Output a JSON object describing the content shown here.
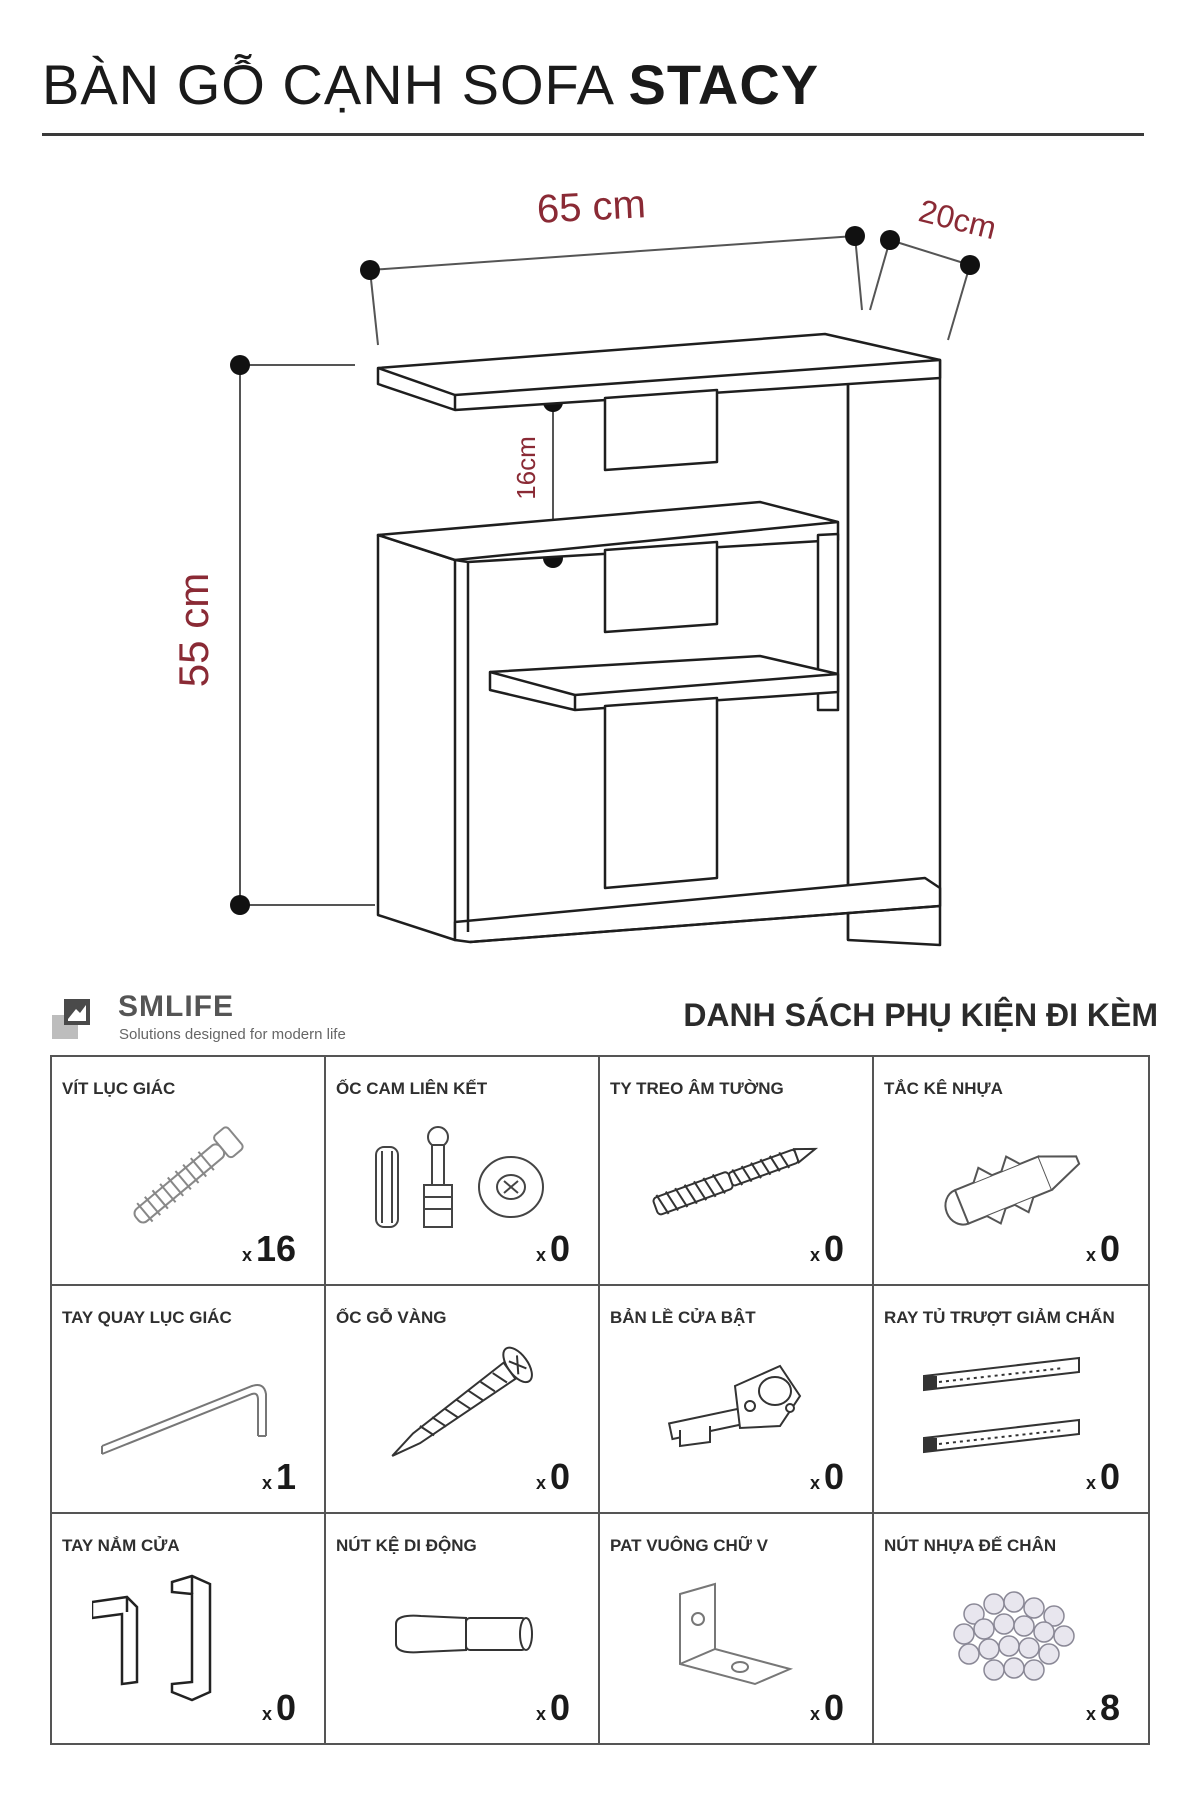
{
  "header": {
    "title_regular": "BÀN GỖ CẠNH SOFA",
    "title_bold": "STACY"
  },
  "dimensions": {
    "width": "65 cm",
    "depth": "20cm",
    "height": "55 cm",
    "shelf_gap": "16cm"
  },
  "brand": {
    "name": "SMLIFE",
    "tagline": "Solutions designed for modern life"
  },
  "accessories": {
    "title": "DANH SÁCH PHỤ KIỆN ĐI KÈM",
    "multiplier": "x",
    "items": [
      {
        "label": "VÍT LỤC GIÁC",
        "qty": "16",
        "icon": "hex-screw-icon"
      },
      {
        "label": "ỐC CAM LIÊN KẾT",
        "qty": "0",
        "icon": "cam-lock-icon"
      },
      {
        "label": "TY TREO ÂM TƯỜNG",
        "qty": "0",
        "icon": "wall-anchor-bolt-icon"
      },
      {
        "label": "TẮC KÊ NHỰA",
        "qty": "0",
        "icon": "plastic-anchor-icon"
      },
      {
        "label": "TAY QUAY LỤC GIÁC",
        "qty": "1",
        "icon": "allen-key-icon"
      },
      {
        "label": "ỐC GỖ VÀNG",
        "qty": "0",
        "icon": "wood-screw-icon"
      },
      {
        "label": "BẢN LỀ CỬA BẬT",
        "qty": "0",
        "icon": "hinge-icon"
      },
      {
        "label": "RAY TỦ TRƯỢT GIẢM CHẤN",
        "qty": "0",
        "icon": "drawer-slide-icon"
      },
      {
        "label": "TAY NẮM CỬA",
        "qty": "0",
        "icon": "door-handle-icon"
      },
      {
        "label": "NÚT KỆ DI ĐỘNG",
        "qty": "0",
        "icon": "shelf-pin-icon"
      },
      {
        "label": "PAT VUÔNG CHỮ V",
        "qty": "0",
        "icon": "angle-bracket-icon"
      },
      {
        "label": "NÚT NHỰA ĐẾ CHÂN",
        "qty": "8",
        "icon": "plastic-feet-icon"
      }
    ]
  },
  "colors": {
    "dimension_text": "#8a2a35",
    "line": "#222222",
    "border": "#555555"
  }
}
